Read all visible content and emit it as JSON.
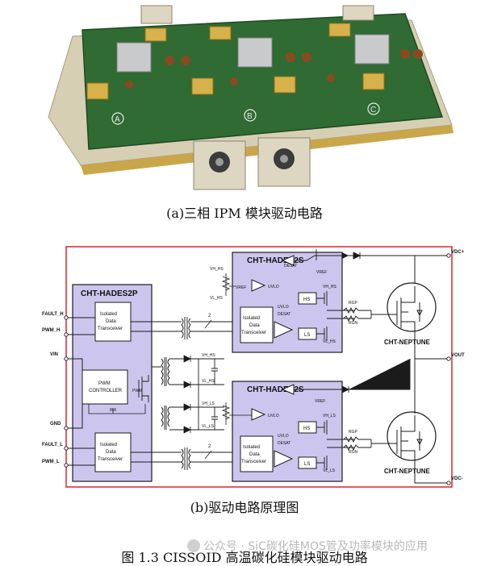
{
  "captions": {
    "photo": "(a)三相 IPM 模块驱动电路",
    "schematic": "(b)驱动电路原理图",
    "figure": "图 1.3 CISSOID 高温碳化硅模块驱动电路"
  },
  "watermark": "公众号 · SiC碳化硅MOS管及功率模块的应用",
  "photo": {
    "phase_marks": [
      "A",
      "B",
      "C"
    ],
    "board_color": "#2f6b33",
    "housing_color": "#d6cfb4"
  },
  "schematic": {
    "primary_chip": "CHT-HADES2P",
    "secondary_chip_top": "CHT-HADES2S",
    "secondary_chip_bottom": "CHT-HADES2S",
    "mosfet_top": "CHT-NEPTUNE",
    "mosfet_bottom": "CHT-NEPTUNE",
    "left_pins": [
      "FAULT_H",
      "PWM_H",
      "VIN",
      "GND",
      "FAULT_L",
      "PWM_L"
    ],
    "right_pins": [
      "VDC+",
      "VOUT",
      "VDC-"
    ],
    "isolated_block": [
      "Isolated",
      "Data",
      "Transceiver"
    ],
    "pwm_controller": [
      "PWM",
      "CONTROLLER"
    ],
    "pwm_tag": "PWM",
    "transformer_ratio": "2",
    "top_gate": {
      "vh": "VH_HS",
      "vl": "VL_HS",
      "vref": "VREF",
      "uvlo": "UVLO",
      "desat": "DESAT",
      "hs": "HS",
      "ls": "LS",
      "rgp": "RGP",
      "rgn": "RGN"
    },
    "bottom_gate": {
      "vh": "VH_LS",
      "vl": "VL_LS",
      "vref": "VREF",
      "uvlo": "UVLO",
      "desat": "DESAT",
      "hs": "HS",
      "ls": "LS",
      "rgp": "RGP",
      "rgn": "RGN"
    },
    "rectifier_labels": [
      "VH_HS",
      "VL_HS",
      "VH_LS",
      "VL_LS"
    ],
    "colors": {
      "chip_fill": "#ccc6ee",
      "border": "#d8262e",
      "wire": "#1b1b1b"
    }
  }
}
